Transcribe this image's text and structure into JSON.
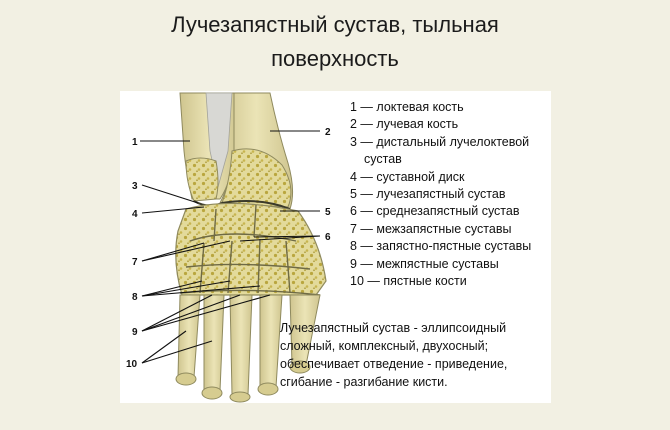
{
  "slide": {
    "title_line1": "Лучезапястный сустав, тыльная",
    "title_line2": "поверхность",
    "background": "#f2f0e3"
  },
  "diagram": {
    "callouts": [
      "1",
      "2",
      "3",
      "4",
      "5",
      "6",
      "7",
      "8",
      "9",
      "10"
    ],
    "bone_color": "#e0d9a8",
    "bone_outline": "#8f8a5e",
    "spongy_color": "#c9b84c"
  },
  "legend": {
    "items": [
      "1 — локтевая кость",
      "2 — лучевая кость",
      "3 — дистальный лучелоктевой",
      "сустав",
      "4 — суставной диск",
      "5 — лучезапястный сустав",
      "6 — среднезапястный сустав",
      "7 — межзапястные суставы",
      "8 — запястно-пястные суставы",
      "9 — межпястные суставы",
      "10 — пястные кости"
    ]
  },
  "note": {
    "lines": [
      "Лучезапястный сустав - эллипсоидный",
      "сложный, комплексный, двухосный;",
      "обеспечивает отведение - приведение,",
      "сгибание - разгибание кисти."
    ]
  }
}
